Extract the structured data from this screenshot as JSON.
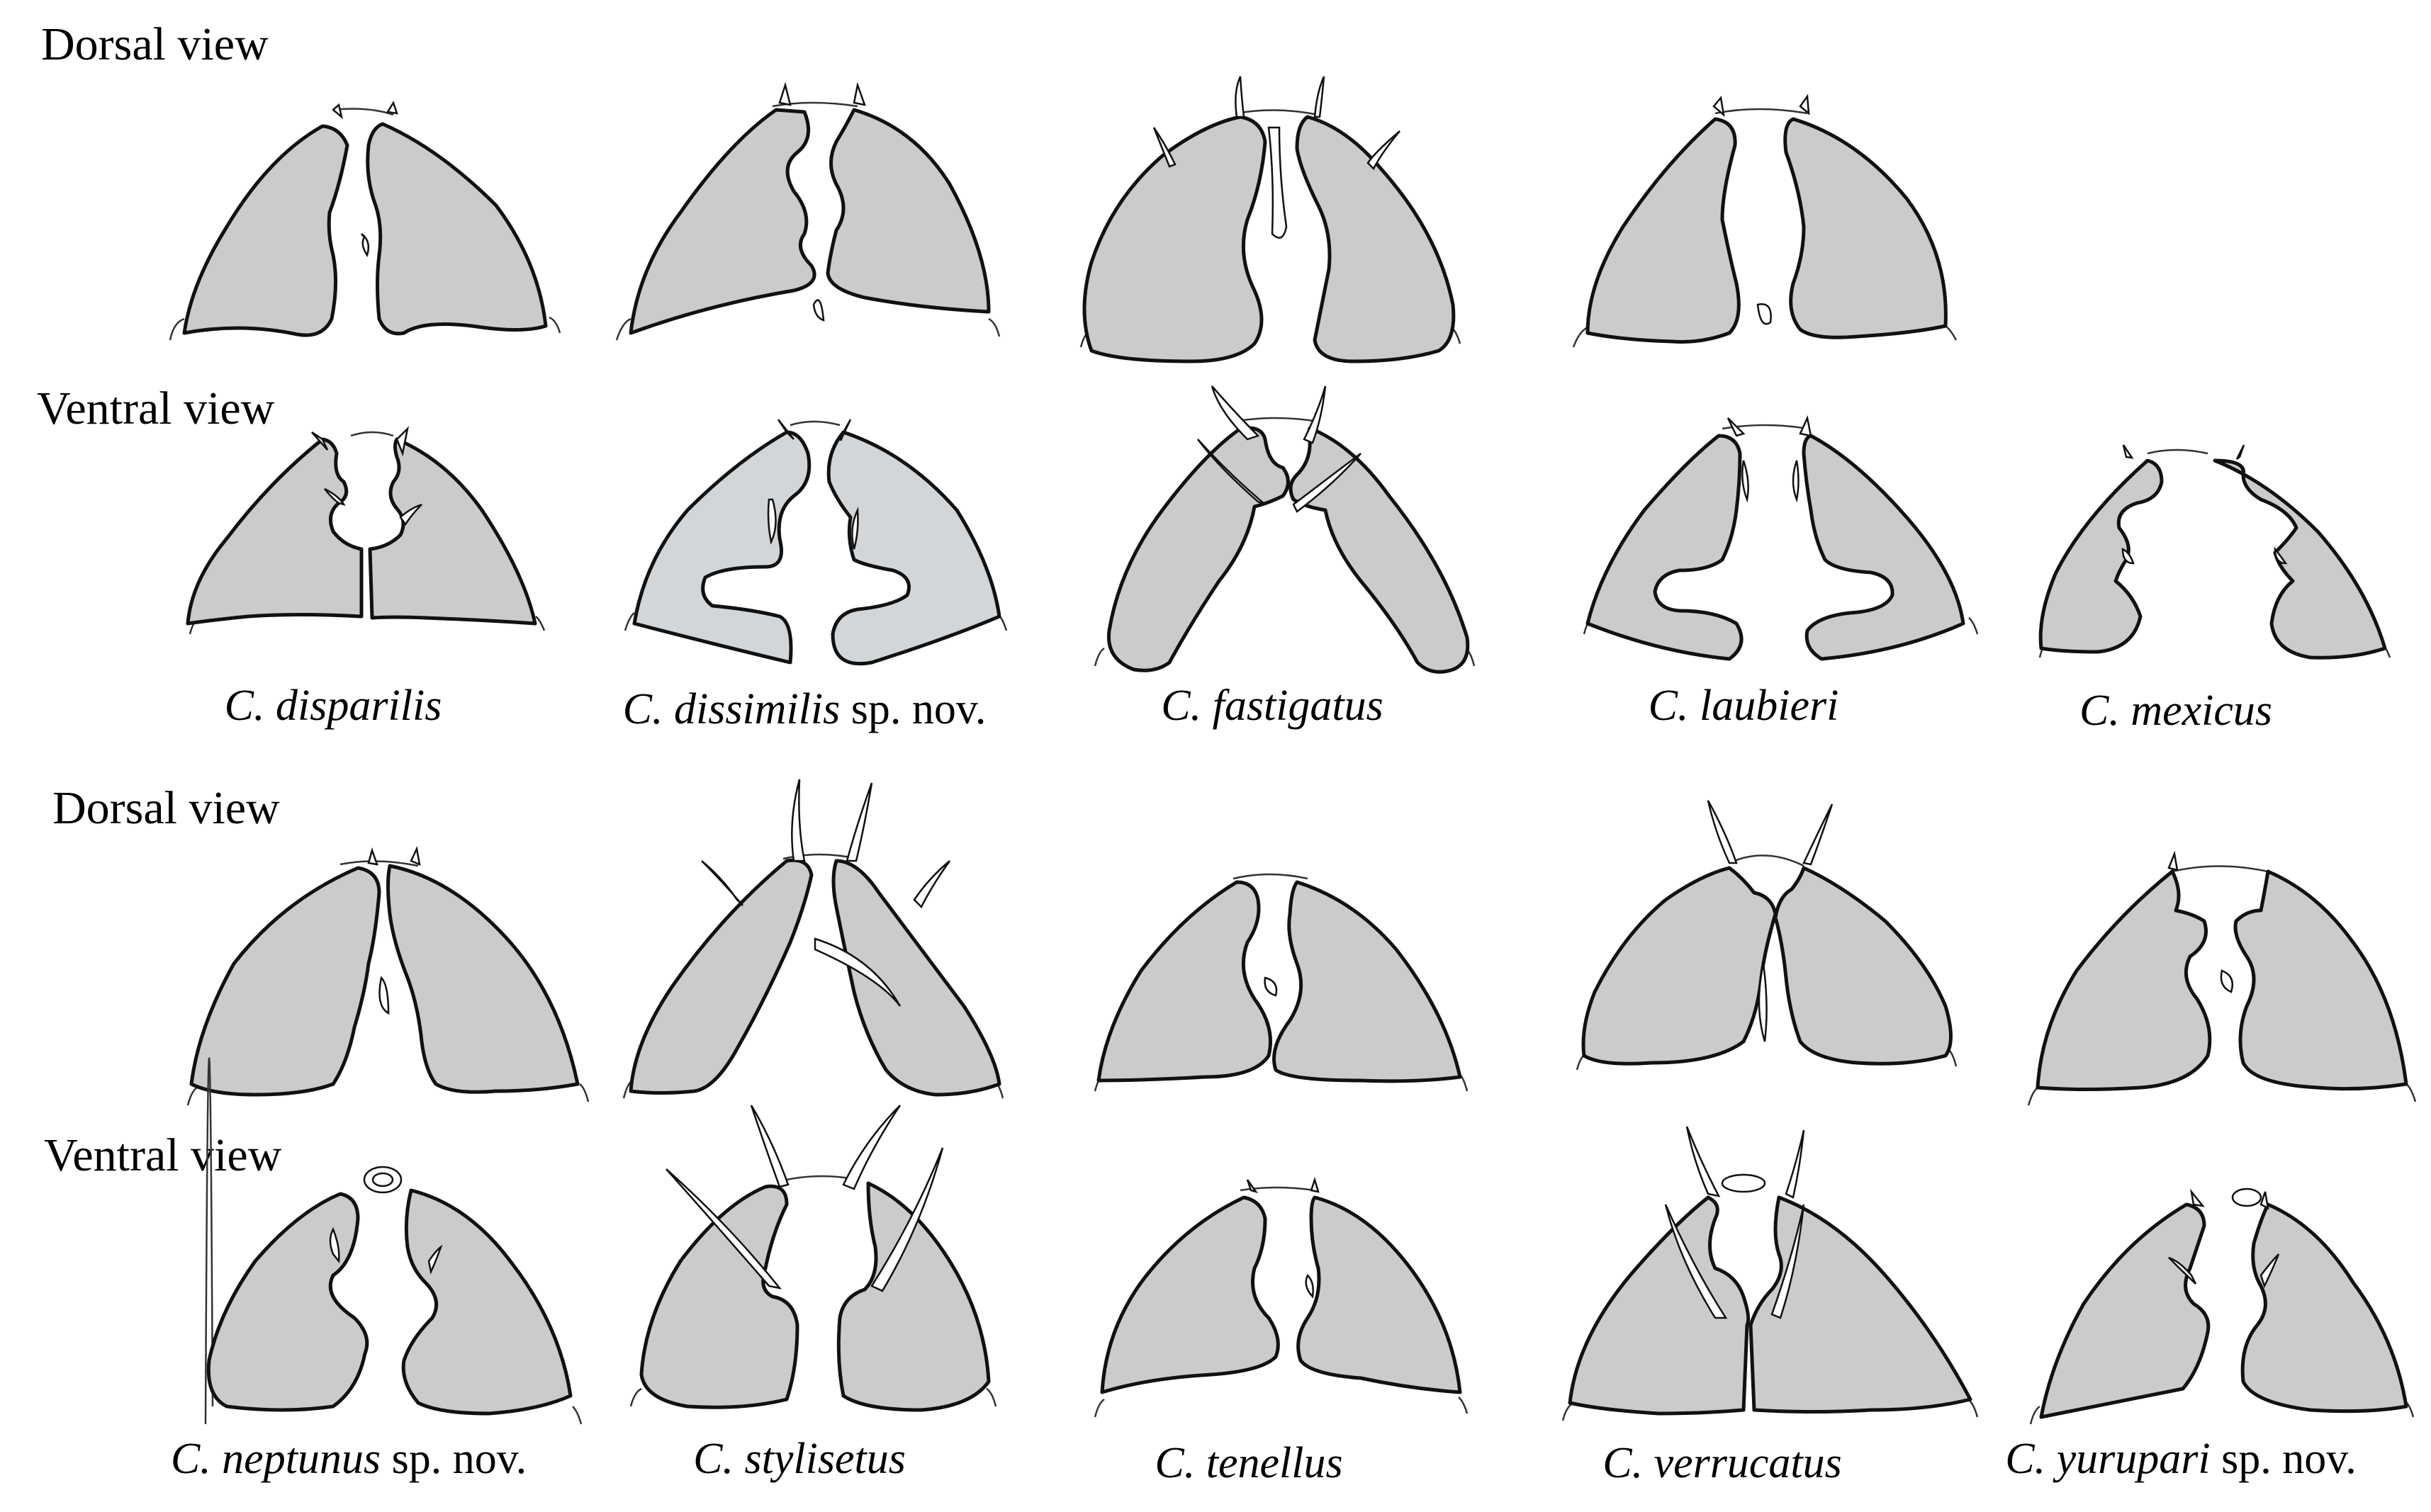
{
  "row_labels": {
    "top_dorsal": "Dorsal view",
    "top_ventral": "Ventral view",
    "bottom_dorsal": "Dorsal view",
    "bottom_ventral": "Ventral view"
  },
  "species_top": [
    {
      "genus": "C. disparilis",
      "suffix": ""
    },
    {
      "genus": "C. dissimilis",
      "suffix": " sp. nov."
    },
    {
      "genus": "C. fastigatus",
      "suffix": ""
    },
    {
      "genus": "C. laubieri",
      "suffix": ""
    },
    {
      "genus": "C. mexicus",
      "suffix": ""
    }
  ],
  "species_bottom": [
    {
      "genus": "C. neptunus",
      "suffix": " sp. nov."
    },
    {
      "genus": "C. stylisetus",
      "suffix": ""
    },
    {
      "genus": "C. tenellus",
      "suffix": ""
    },
    {
      "genus": "C. verrucatus",
      "suffix": ""
    },
    {
      "genus": "C. yurupari",
      "suffix": " sp. nov."
    }
  ],
  "colors": {
    "plate_fill": "#cbcbcb",
    "plate_fill_light": "#d3d6d8",
    "outline": "#111111"
  }
}
